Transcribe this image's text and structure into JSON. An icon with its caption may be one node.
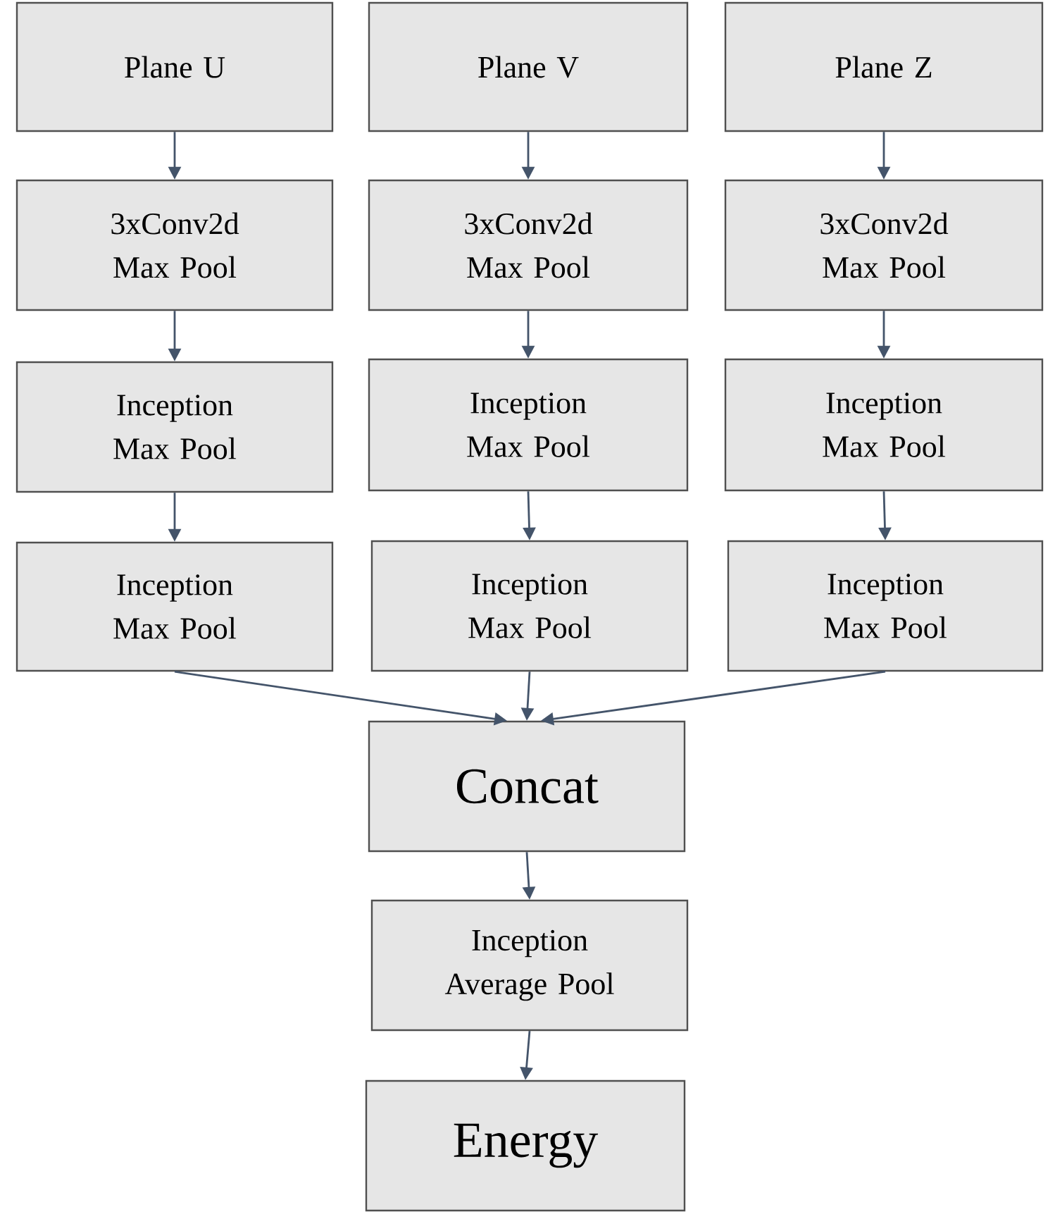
{
  "diagram": {
    "nodes": [
      {
        "text": [
          "Plane U"
        ]
      },
      {
        "text": [
          "Plane V"
        ]
      },
      {
        "text": [
          "Plane Z"
        ]
      },
      {
        "text": [
          "3xConv2d Max Pool"
        ]
      },
      {
        "text": [
          "3xConv2d Max Pool"
        ]
      },
      {
        "text": [
          "3xConv2d Max Pool"
        ]
      },
      {
        "text": [
          "Inception Max Pool"
        ]
      },
      {
        "text": [
          "Inception Max Pool"
        ]
      },
      {
        "text": [
          "Inception Max Pool"
        ]
      },
      {
        "text": [
          "Inception Max Pool"
        ]
      },
      {
        "text": [
          "Inception Max Pool"
        ]
      },
      {
        "text": [
          "Inception Max Pool"
        ]
      },
      {
        "text": [
          "Concat"
        ]
      },
      {
        "text": [
          "Inception Average Pool"
        ]
      },
      {
        "text": [
          "Energy"
        ]
      }
    ],
    "edges": [
      {
        "from": 0,
        "to": 3,
        "arrow": "to"
      },
      {
        "from": 1,
        "to": 4,
        "arrow": "to"
      },
      {
        "from": 2,
        "to": 5,
        "arrow": "to"
      },
      {
        "from": 3,
        "to": 6,
        "arrow": "to"
      },
      {
        "from": 4,
        "to": 7,
        "arrow": "to"
      },
      {
        "from": 5,
        "to": 8,
        "arrow": "to"
      },
      {
        "from": 6,
        "to": 9,
        "arrow": "to"
      },
      {
        "from": 7,
        "to": 10,
        "arrow": "to"
      },
      {
        "from": 8,
        "to": 11,
        "arrow": "to"
      },
      {
        "from": 9,
        "to": 12,
        "arrow": "to"
      },
      {
        "from": 10,
        "to": 12,
        "arrow": "to"
      },
      {
        "from": 11,
        "to": 12,
        "arrow": "to"
      },
      {
        "from": 12,
        "to": 13,
        "arrow": "to"
      },
      {
        "from": 13,
        "to": 14,
        "arrow": "to"
      }
    ]
  }
}
